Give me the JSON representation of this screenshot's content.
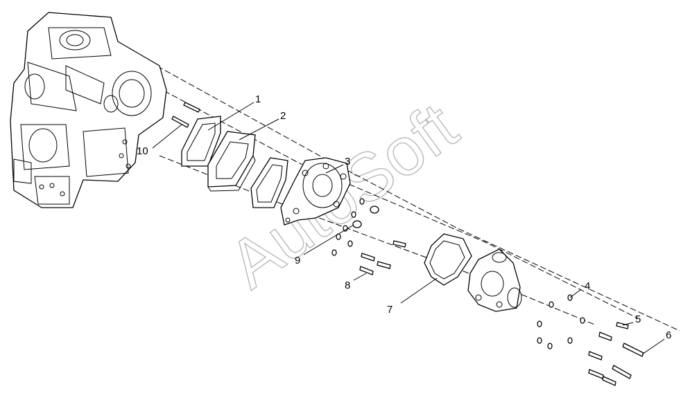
{
  "watermark": "AutoSoft",
  "callouts": [
    {
      "label": "1"
    },
    {
      "label": "2"
    },
    {
      "label": "3"
    },
    {
      "label": "4"
    },
    {
      "label": "5"
    },
    {
      "label": "6"
    },
    {
      "label": "7"
    },
    {
      "label": "8"
    },
    {
      "label": "9"
    },
    {
      "label": "10"
    }
  ]
}
